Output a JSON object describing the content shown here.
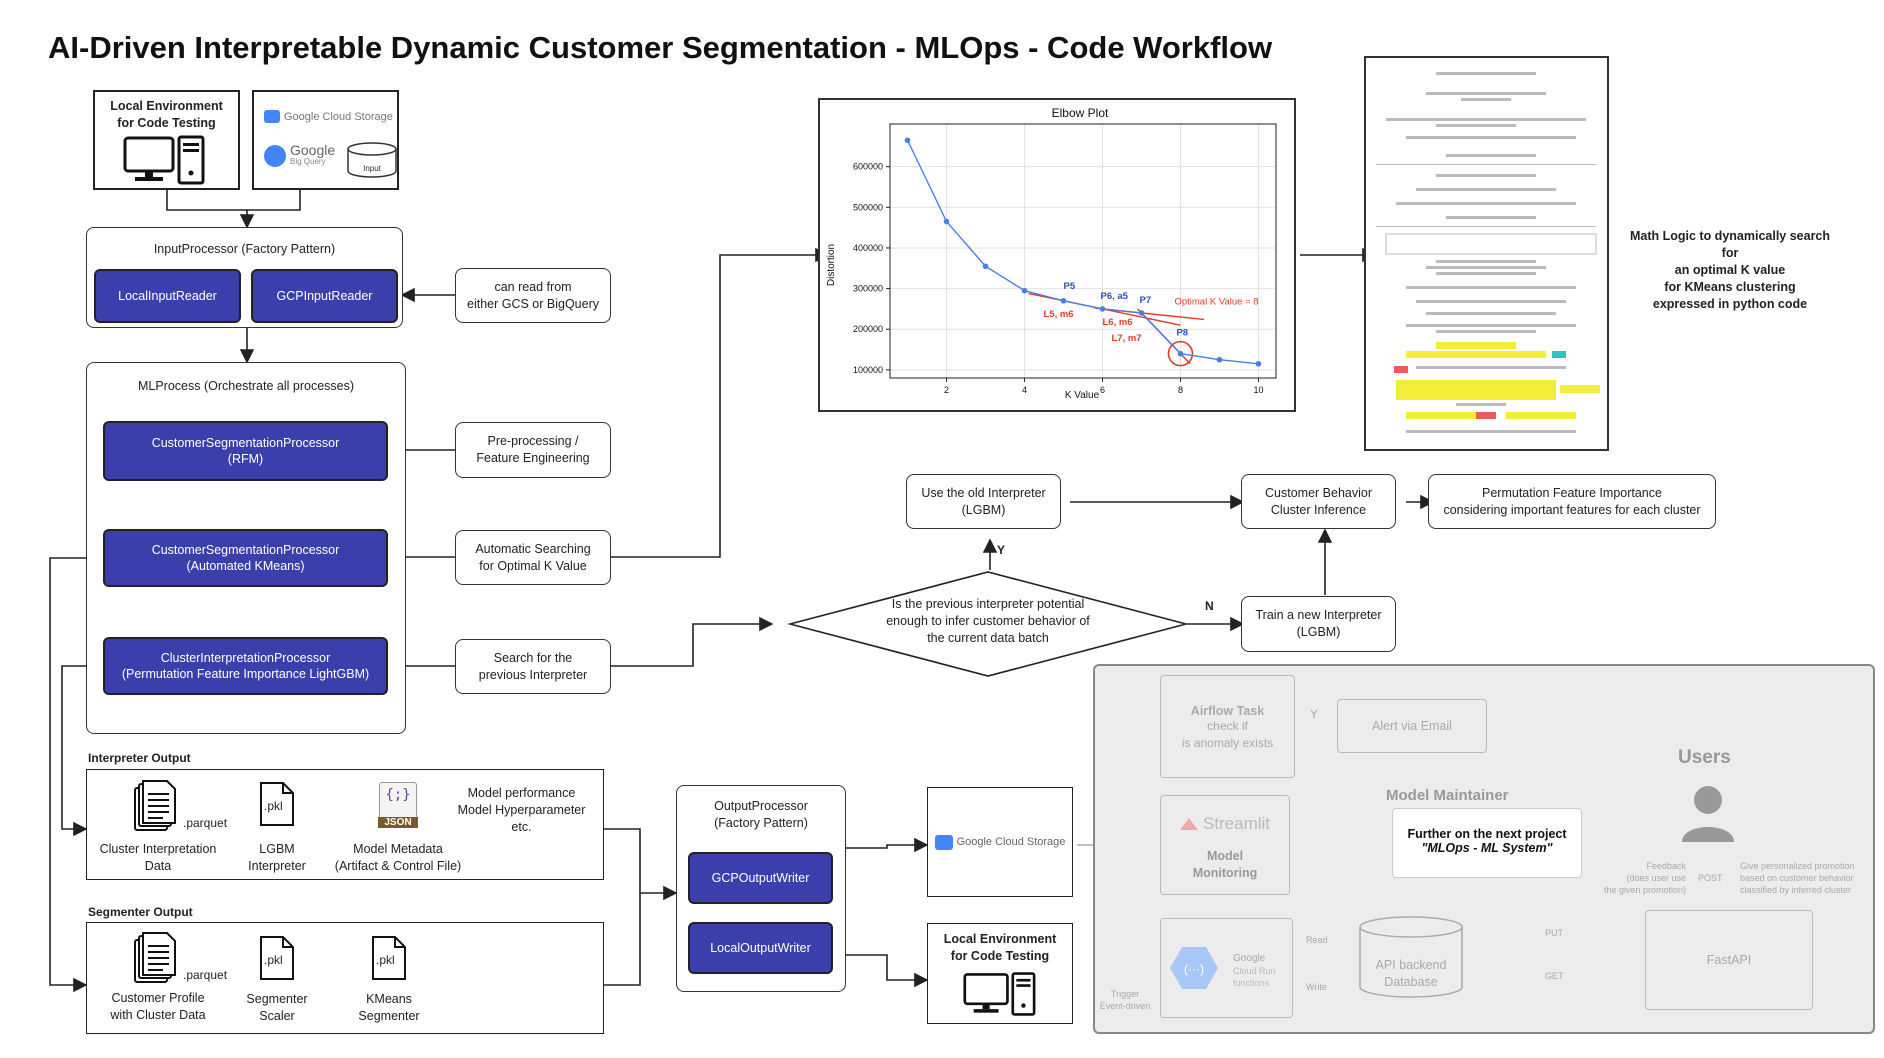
{
  "title": "AI-Driven Interpretable Dynamic Customer Segmentation - MLOps - Code Workflow",
  "local_env": {
    "label": "Local Environment\nfor Code Testing"
  },
  "cloud_input": {
    "gcs": "Google Cloud Storage",
    "bq": "Google",
    "bq_sub": "Big Query",
    "input": "Input"
  },
  "input_processor": {
    "title": "InputProcessor (Factory Pattern)",
    "local": "LocalInputReader",
    "gcp": "GCPInputReader"
  },
  "notes": {
    "read": "can read from\neither GCS or BigQuery",
    "preproc": "Pre-processing /\nFeature Engineering",
    "auto": "Automatic Searching\nfor Optimal K Value",
    "search": "Search for the\nprevious Interpreter"
  },
  "ml_process": {
    "title": "MLProcess (Orchestrate all processes)",
    "rfm": "CustomerSegmentationProcessor\n(RFM)",
    "kmeans": "CustomerSegmentationProcessor\n(Automated KMeans)",
    "cluster": "ClusterInterpretationProcessor\n(Permutation Feature Importance LightGBM)"
  },
  "interpreter_output": {
    "title": "Interpreter Output",
    "parquet": ".parquet",
    "item1": "Cluster Interpretation\nData",
    "pkl": ".pkl",
    "item2": "LGBM\nInterpreter",
    "json": "JSON",
    "item3": "Model Metadata\n(Artifact & Control File)",
    "extra": "Model performance\nModel Hyperparameter\netc."
  },
  "segmenter_output": {
    "title": "Segmenter Output",
    "parquet": ".parquet",
    "item1": "Customer Profile\nwith Cluster Data",
    "pkl1": ".pkl",
    "item2": "Segmenter\nScaler",
    "pkl2": ".pkl",
    "item3": "KMeans\nSegmenter"
  },
  "output_processor": {
    "title": "OutputProcessor\n(Factory Pattern)",
    "gcp": "GCPOutputWriter",
    "local": "LocalOutputWriter"
  },
  "gcs_output": "Google Cloud Storage",
  "local_env_out": "Local Environment\nfor Code Testing",
  "decision": {
    "question": "Is the previous interpreter  potential\nenough to infer customer behavior of\nthe current data batch",
    "yes": "Y",
    "no": "N",
    "old": "Use the old Interpreter\n(LGBM)",
    "new": "Train a new Interpreter\n(LGBM)",
    "inference": "Customer Behavior\nCluster Inference",
    "pfi": "Permutation Feature Importance\nconsidering important features for each cluster"
  },
  "math_caption": "Math Logic to dynamically search for\nan optimal K value\nfor KMeans clustering\nexpressed in python code",
  "future": {
    "airflow_title": "Airflow Task",
    "airflow_sub": "check if\nis anomaly exists",
    "y": "Y",
    "alert": "Alert via Email",
    "streamlit": "Streamlit",
    "monitoring": "Model\nMonitoring",
    "maintainer": "Model Maintainer",
    "next_project": "Further on the next project",
    "next_project_name": "\"MLOps - ML System\"",
    "users": "Users",
    "feedback": "Feedback\n(does user use\nthe given promotion)",
    "post": "POST",
    "promo": "Give personalized promotion\nbased on customer behavior\nclassified by inferred cluster",
    "cloudrun_title": "Google",
    "cloudrun_sub": "Cloud Run\nfunctions",
    "read": "Read",
    "write": "Write",
    "trigger": "Trigger\nEvent-driven",
    "db": "API backend\nDatabase",
    "put": "PUT",
    "get": "GET",
    "fastapi": "FastAPI"
  },
  "chart_data": {
    "type": "line",
    "title": "Elbow Plot",
    "xlabel": "K Value",
    "ylabel": "Distortion",
    "x": [
      1,
      2,
      3,
      4,
      5,
      6,
      7,
      8,
      9,
      10
    ],
    "y": [
      665000,
      465000,
      355000,
      295000,
      270000,
      250000,
      240000,
      140000,
      125000,
      115000
    ],
    "xlim": [
      0.55,
      10.45
    ],
    "ylim": [
      80000,
      705000
    ],
    "xticks": [
      2,
      4,
      6,
      8,
      10
    ],
    "yticks": [
      100000,
      200000,
      300000,
      400000,
      500000,
      600000
    ],
    "ytick_labels": [
      "100000",
      "200000",
      "300000",
      "400000",
      "500000",
      "600000"
    ],
    "grid": true,
    "line_color": "#4a7ee0",
    "annotation_color": "#e03a2a",
    "point_labels": [
      {
        "text": "P5",
        "k": 5
      },
      {
        "text": "P6, a5",
        "k": 6
      },
      {
        "text": "P7",
        "k": 7
      },
      {
        "text": "P8",
        "k": 8
      }
    ],
    "line_labels": [
      "L5, m6",
      "L6, m6",
      "L7, m7"
    ],
    "optimal_label": "Optimal K Value = 8",
    "optimal_k": 8
  }
}
